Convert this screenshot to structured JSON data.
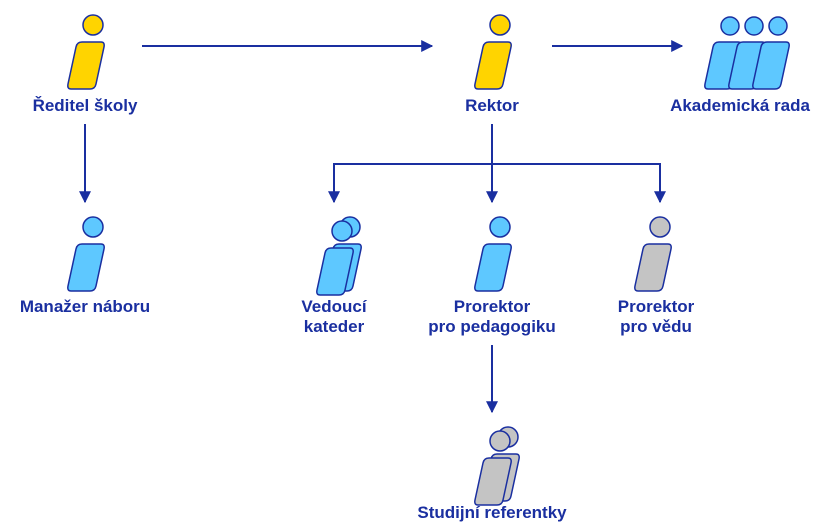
{
  "colors": {
    "line": "#1a2fa0",
    "outline": "#1a2fa0",
    "yellow": "#ffd400",
    "blue": "#5ec8ff",
    "gray": "#c4c4c4",
    "text": "#1a2fa0"
  },
  "nodes": {
    "reditel": {
      "label": "Ředitel školy",
      "icon": "person-yellow-icon"
    },
    "rektor": {
      "label": "Rektor",
      "icon": "person-yellow-icon"
    },
    "akademicka_rada": {
      "label": "Akademická rada",
      "icon": "people-group-blue-icon"
    },
    "manazer": {
      "label": "Manažer náboru",
      "icon": "person-blue-icon"
    },
    "vedouci": {
      "line1": "Vedoucí",
      "line2": "kateder",
      "icon": "people-stack-blue-icon"
    },
    "prorektor_ped": {
      "line1": "Prorektor",
      "line2": "pro pedagogiku",
      "icon": "person-blue-icon"
    },
    "prorektor_veda": {
      "line1": "Prorektor",
      "line2": "pro vědu",
      "icon": "person-gray-icon"
    },
    "studijni": {
      "label": "Studijní referentky",
      "icon": "people-stack-gray-icon"
    }
  }
}
